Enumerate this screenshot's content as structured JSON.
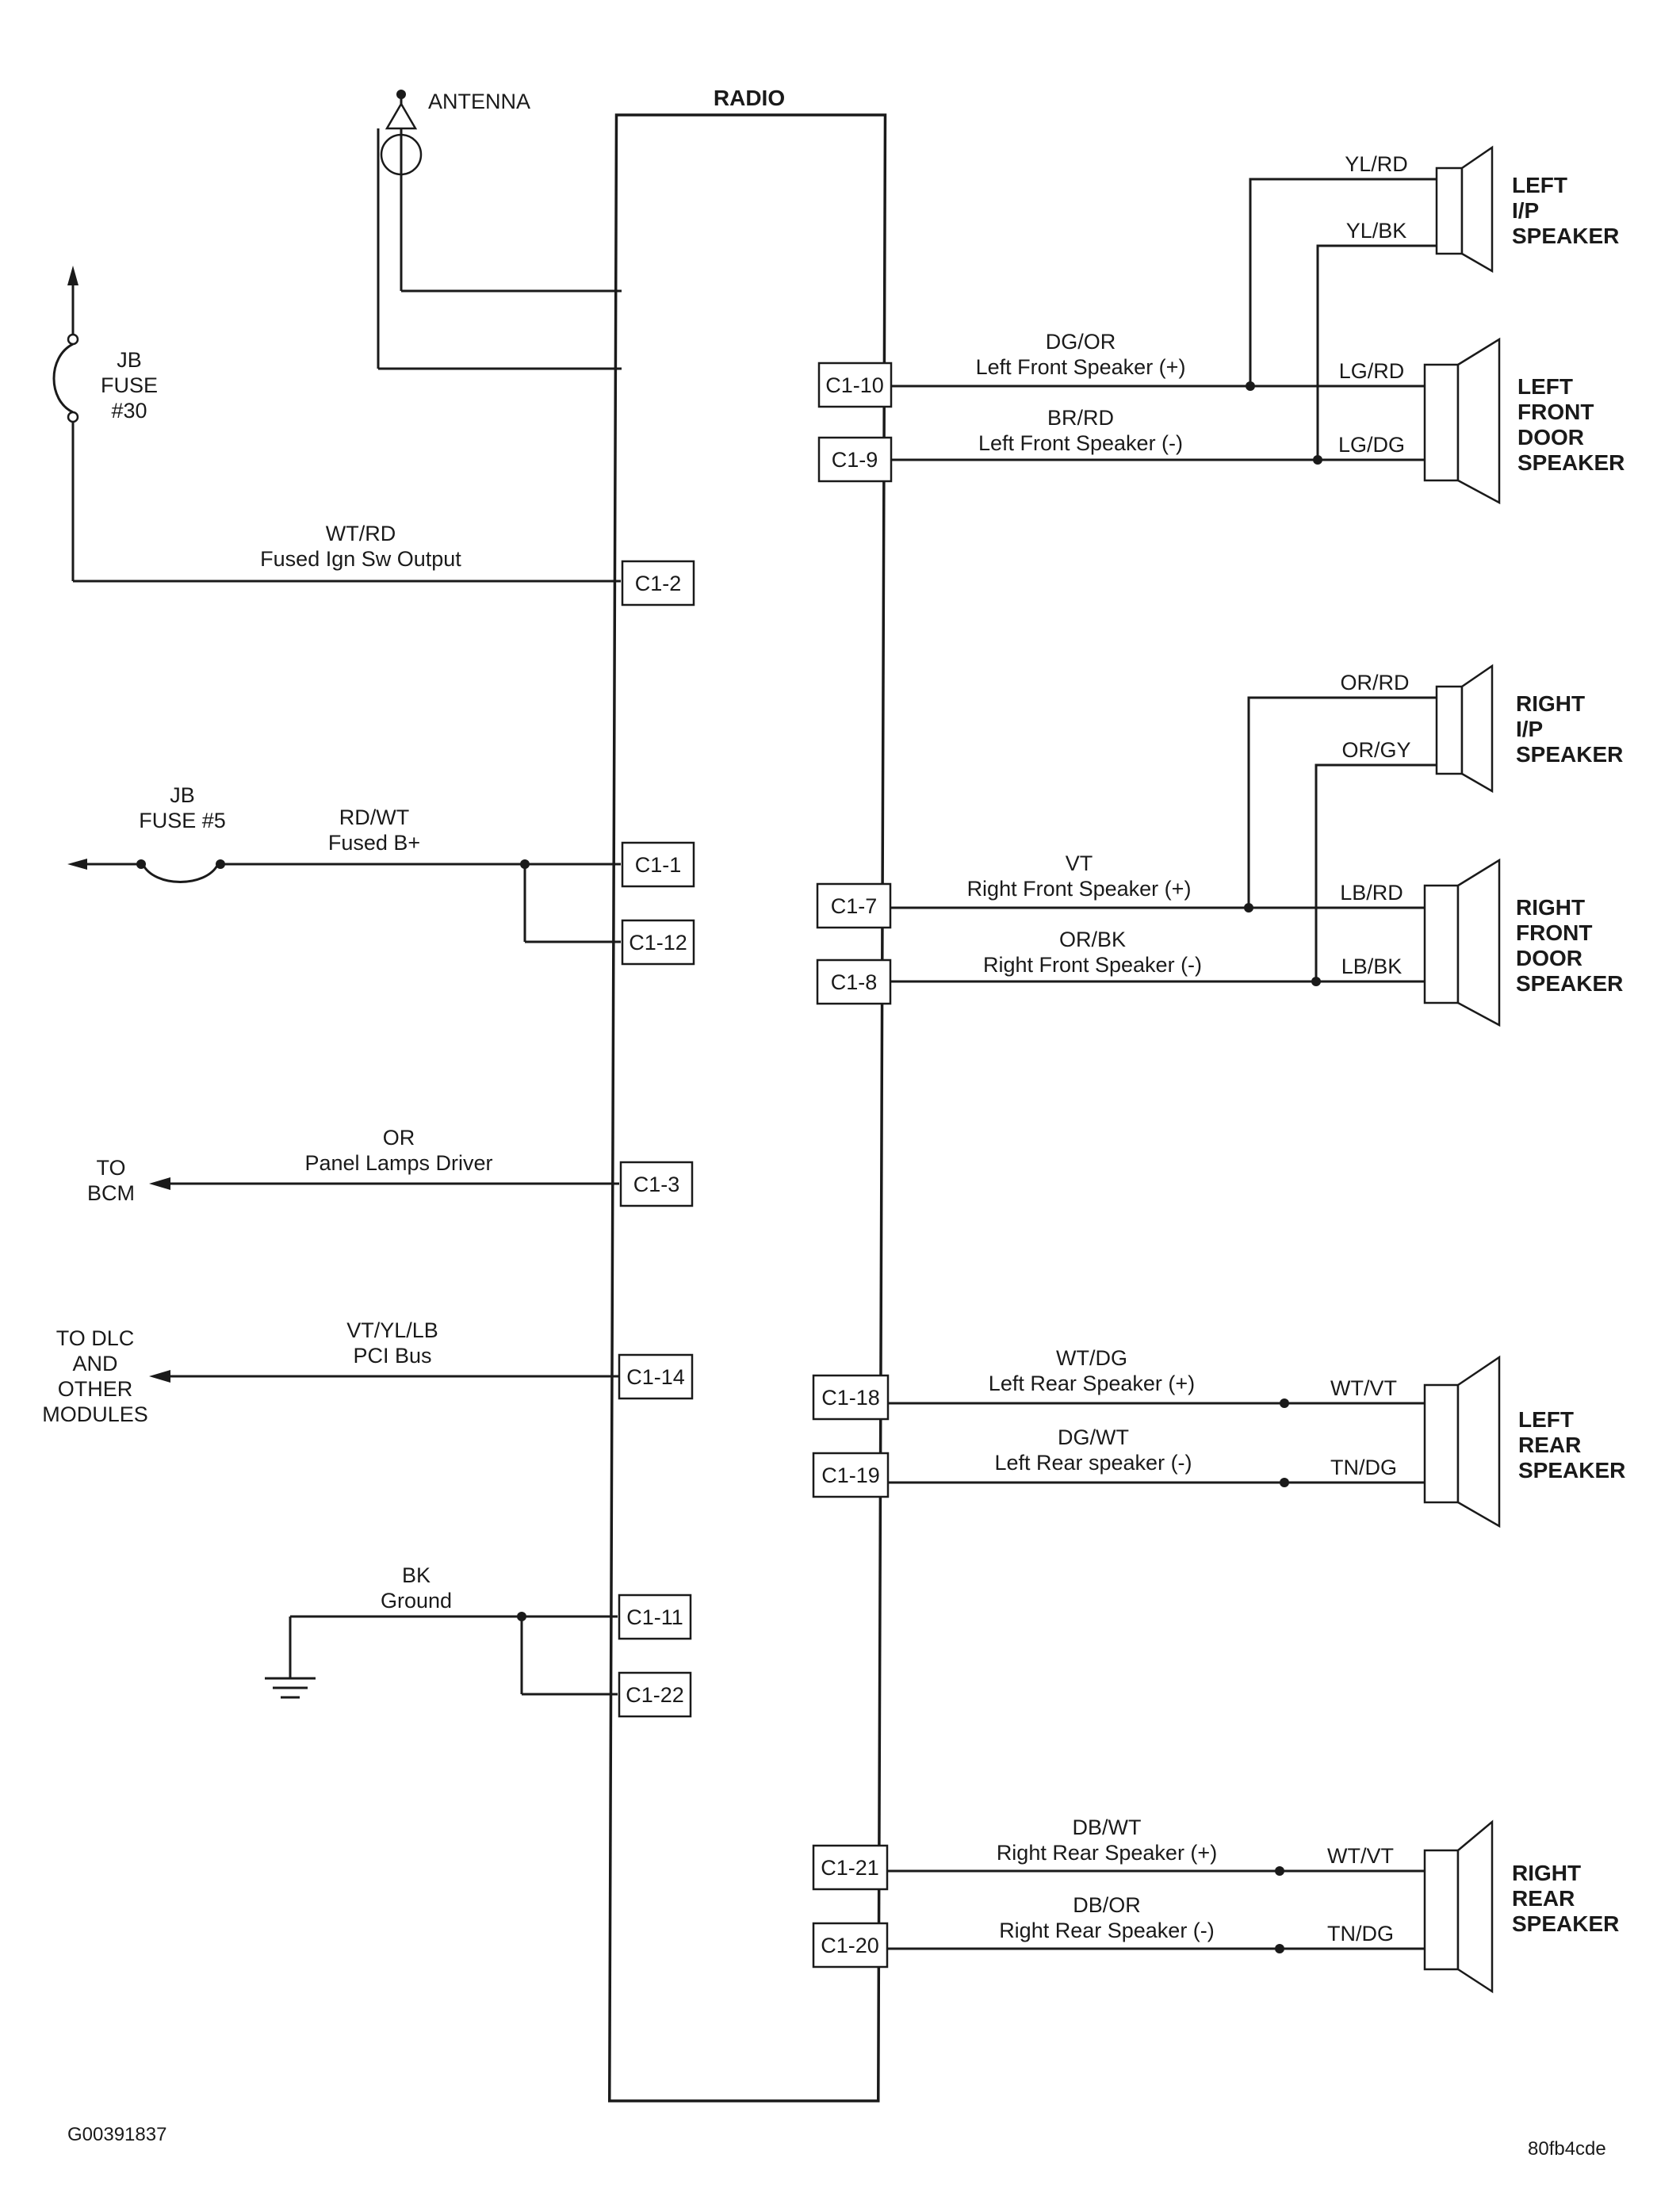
{
  "radio": {
    "title": "RADIO"
  },
  "antenna": {
    "label": "ANTENNA"
  },
  "fuses": {
    "jb30": [
      "JB",
      "FUSE",
      "#30"
    ],
    "jb5": [
      "JB",
      "FUSE #5"
    ]
  },
  "left_circuits": {
    "ign": {
      "wire": "WT/RD",
      "desc": "Fused Ign Sw Output",
      "pin": "C1-2"
    },
    "batt": {
      "wire": "RD/WT",
      "desc": "Fused B+",
      "pin1": "C1-1",
      "pin2": "C1-12"
    },
    "panel": {
      "wire": "OR",
      "desc": "Panel Lamps Driver",
      "pin": "C1-3",
      "dest": [
        "TO",
        "BCM"
      ]
    },
    "pci": {
      "wire": "VT/YL/LB",
      "desc": "PCI Bus",
      "pin": "C1-14",
      "dest": [
        "TO DLC",
        "AND",
        "OTHER",
        "MODULES"
      ]
    },
    "ground": {
      "wire": "BK",
      "desc": "Ground",
      "pin1": "C1-11",
      "pin2": "C1-22"
    }
  },
  "right_circuits": {
    "lf_pos": {
      "pin": "C1-10",
      "wire": "DG/OR",
      "desc": "Left Front Speaker (+)"
    },
    "lf_neg": {
      "pin": "C1-9",
      "wire": "BR/RD",
      "desc": "Left Front Speaker (-)"
    },
    "rf_pos": {
      "pin": "C1-7",
      "wire": "VT",
      "desc": "Right Front Speaker (+)"
    },
    "rf_neg": {
      "pin": "C1-8",
      "wire": "OR/BK",
      "desc": "Right Front Speaker (-)"
    },
    "lr_pos": {
      "pin": "C1-18",
      "wire": "WT/DG",
      "desc": "Left Rear Speaker (+)"
    },
    "lr_neg": {
      "pin": "C1-19",
      "wire": "DG/WT",
      "desc": "Left Rear speaker (-)"
    },
    "rr_pos": {
      "pin": "C1-21",
      "wire": "DB/WT",
      "desc": "Right Rear Speaker (+)"
    },
    "rr_neg": {
      "pin": "C1-20",
      "wire": "DB/OR",
      "desc": "Right Rear Speaker (-)"
    }
  },
  "speakers": {
    "left_ip": {
      "name": [
        "LEFT",
        "I/P",
        "SPEAKER"
      ],
      "wire_pos": "YL/RD",
      "wire_neg": "YL/BK"
    },
    "left_front_door": {
      "name": [
        "LEFT",
        "FRONT",
        "DOOR",
        "SPEAKER"
      ],
      "wire_pos": "LG/RD",
      "wire_neg": "LG/DG"
    },
    "right_ip": {
      "name": [
        "RIGHT",
        "I/P",
        "SPEAKER"
      ],
      "wire_pos": "OR/RD",
      "wire_neg": "OR/GY"
    },
    "right_front_door": {
      "name": [
        "RIGHT",
        "FRONT",
        "DOOR",
        "SPEAKER"
      ],
      "wire_pos": "LB/RD",
      "wire_neg": "LB/BK"
    },
    "left_rear": {
      "name": [
        "LEFT",
        "REAR",
        "SPEAKER"
      ],
      "wire_pos": "WT/VT",
      "wire_neg": "TN/DG"
    },
    "right_rear": {
      "name": [
        "RIGHT",
        "REAR",
        "SPEAKER"
      ],
      "wire_pos": "WT/VT",
      "wire_neg": "TN/DG"
    }
  },
  "footer": {
    "left_code": "G00391837",
    "right_code": "80fb4cde"
  }
}
